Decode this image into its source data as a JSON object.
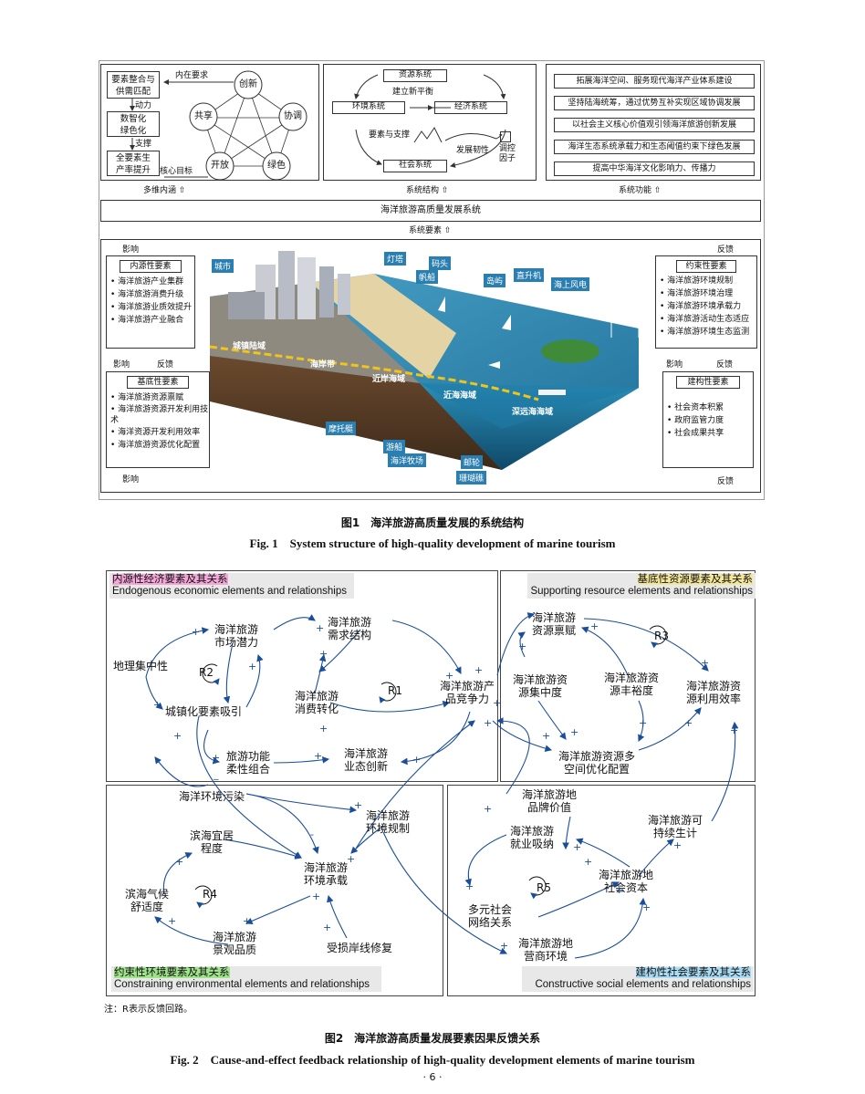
{
  "fig1": {
    "core": {
      "items": [
        "创新",
        "协调",
        "绿色",
        "开放",
        "共享"
      ],
      "left": [
        "要素整合与供需匹配",
        "数智化绿色化",
        "全要素生产率提升"
      ],
      "arrows": [
        "内在要求",
        "动力",
        "支撑",
        "核心目标"
      ],
      "bottom": "多维内涵"
    },
    "structure": {
      "nodes": [
        "资源系统",
        "环境系统",
        "经济系统",
        "社会系统"
      ],
      "new_balance": "建立新平衡",
      "support": "要素与支撑",
      "resilience": "发展韧性",
      "control": "调控因子",
      "bottom": "系统结构"
    },
    "functions": {
      "items": [
        "拓展海洋空间、服务现代海洋产业体系建设",
        "坚持陆海统筹，通过优势互补实现区域协调发展",
        "以社会主义核心价值观引领海洋旅游创新发展",
        "海洋生态系统承载力和生态阈值约束下绿色发展",
        "提高中华海洋文化影响力、传播力"
      ],
      "bottom": "系统功能"
    },
    "system_name": "海洋旅游高质量发展系统",
    "system_elements": "系统要素",
    "influence": "影响",
    "feedback": "反馈",
    "endogenous": {
      "title": "内源性要素",
      "items": [
        "海洋旅游产业集群",
        "海洋旅游消费升级",
        "海洋旅游业质效提升",
        "海洋旅游产业融合"
      ]
    },
    "base": {
      "title": "基底性要素",
      "items": [
        "海洋旅游资源禀赋",
        "海洋旅游资源开发利用技术",
        "海洋资源开发利用效率",
        "海洋旅游资源优化配置"
      ]
    },
    "constraint": {
      "title": "约束性要素",
      "items": [
        "海洋旅游环境规制",
        "海洋旅游环境治理",
        "海洋旅游环境承载力",
        "海洋旅游活动生态适应",
        "海洋旅游环境生态监测"
      ]
    },
    "constructive": {
      "title": "建构性要素",
      "items": [
        "社会资本积累",
        "政府监管力度",
        "社会成果共享"
      ]
    },
    "scene_labels": [
      "城市",
      "灯塔",
      "码头",
      "帆船",
      "岛屿",
      "直升机",
      "海上风电",
      "摩托艇",
      "游船",
      "海洋牧场",
      "邮轮",
      "珊瑚礁"
    ],
    "scene_zones": [
      "城镇陆域",
      "海岸带",
      "近岸海域",
      "近海海域",
      "深远海海域"
    ],
    "caption_cn": "图1　海洋旅游高质量发展的系统结构",
    "caption_en": "Fig. 1　System structure of high-quality development of marine tourism"
  },
  "fig2": {
    "q1": {
      "cn": "内源性经济要素及其关系",
      "en": "Endogenous economic elements and relationships",
      "highlight": "#f3a6d8"
    },
    "q2": {
      "cn": "基底性资源要素及其关系",
      "en": "Supporting resource elements and relationships",
      "highlight": "#f5e79a"
    },
    "q3": {
      "cn": "约束性环境要素及其关系",
      "en": "Constraining environmental elements and relationships",
      "highlight": "#9fe38a"
    },
    "q4": {
      "cn": "建构性社会要素及其关系",
      "en": "Constructive social elements and relationships",
      "highlight": "#a9dcf5"
    },
    "nodes": {
      "market": "海洋旅游\n市场潜力",
      "demand": "海洋旅游\n需求结构",
      "geo": "地理集中性",
      "urban": "城镇化要素吸引",
      "consume": "海洋旅游\n消费转化",
      "compete": "海洋旅游产\n品竞争力",
      "func": "旅游功能\n柔性组合",
      "innov": "海洋旅游\n业态创新",
      "endow": "海洋旅游\n资源禀赋",
      "conc": "海洋旅游资\n源集中度",
      "rich": "海洋旅游资\n源丰裕度",
      "useeff": "海洋旅游资\n源利用效率",
      "alloc": "海洋旅游资源多\n空间优化配置",
      "pollution": "海洋环境污染",
      "livable": "滨海宜居\n程度",
      "envreg": "海洋旅游\n环境规制",
      "climate": "滨海气候\n舒适度",
      "carry": "海洋旅游\n环境承载",
      "scenic": "海洋旅游\n景观品质",
      "shore": "受损岸线修复",
      "brand": "海洋旅游地\n品牌价值",
      "employ": "海洋旅游\n就业吸纳",
      "sustain": "海洋旅游可\n持续生计",
      "capital": "海洋旅游地\n社会资本",
      "network": "多元社会\n网络关系",
      "bizenv": "海洋旅游地\n营商环境"
    },
    "loops": [
      "R1",
      "R2",
      "R3",
      "R4",
      "R5"
    ],
    "note": "注：R表示反馈回路。",
    "caption_cn": "图2　海洋旅游高质量发展要素因果反馈关系",
    "caption_en": "Fig. 2　Cause-and-effect feedback relationship of high-quality development elements of marine tourism"
  },
  "page_number": "· 6 ·"
}
